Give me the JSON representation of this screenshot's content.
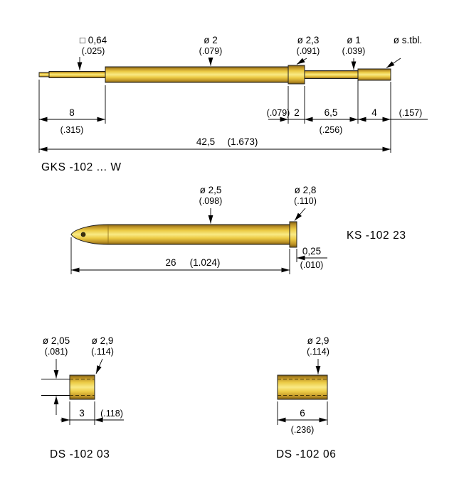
{
  "colors": {
    "gold_dark": "#7d5e12",
    "gold_mid": "#eccb45",
    "gold_light": "#f9ea85",
    "line": "#000000",
    "background": "#ffffff"
  },
  "gks": {
    "label": "GKS -102 ... W",
    "callout_sq_mm": "□ 0,64",
    "callout_sq_in": "(.025)",
    "callout_d2_mm": "ø 2",
    "callout_d2_in": "(.079)",
    "callout_d23_mm": "ø 2,3",
    "callout_d23_in": "(.091)",
    "callout_d1_mm": "ø 1",
    "callout_d1_in": "(.039)",
    "callout_dtbl_mm": "ø s.tbl.",
    "dim_front_mm": "8",
    "dim_front_in": "(.315)",
    "dim_collar_in": "(.079)",
    "dim_collar_mm": "2",
    "dim_mid_mm": "6,5",
    "dim_mid_in": "(.256)",
    "dim_tail_mm": "4",
    "dim_tail_in": "(.157)",
    "dim_total_mm": "42,5",
    "dim_total_in": "(1.673)"
  },
  "ks": {
    "label": "KS -102 23",
    "callout_d25_mm": "ø 2,5",
    "callout_d25_in": "(.098)",
    "callout_d28_mm": "ø 2,8",
    "callout_d28_in": "(.110)",
    "dim_len_mm": "26",
    "dim_len_in": "(1.024)",
    "dim_flange_mm": "0,25",
    "dim_flange_in": "(.010)"
  },
  "ds03": {
    "label": "DS -102 03",
    "callout_bore_mm": "ø 2,05",
    "callout_bore_in": "(.081)",
    "callout_od_mm": "ø 2,9",
    "callout_od_in": "(.114)",
    "dim_len_mm": "3",
    "dim_len_in": "(.118)"
  },
  "ds06": {
    "label": "DS -102 06",
    "callout_od_mm": "ø 2,9",
    "callout_od_in": "(.114)",
    "dim_len_mm": "6",
    "dim_len_in": "(.236)"
  }
}
